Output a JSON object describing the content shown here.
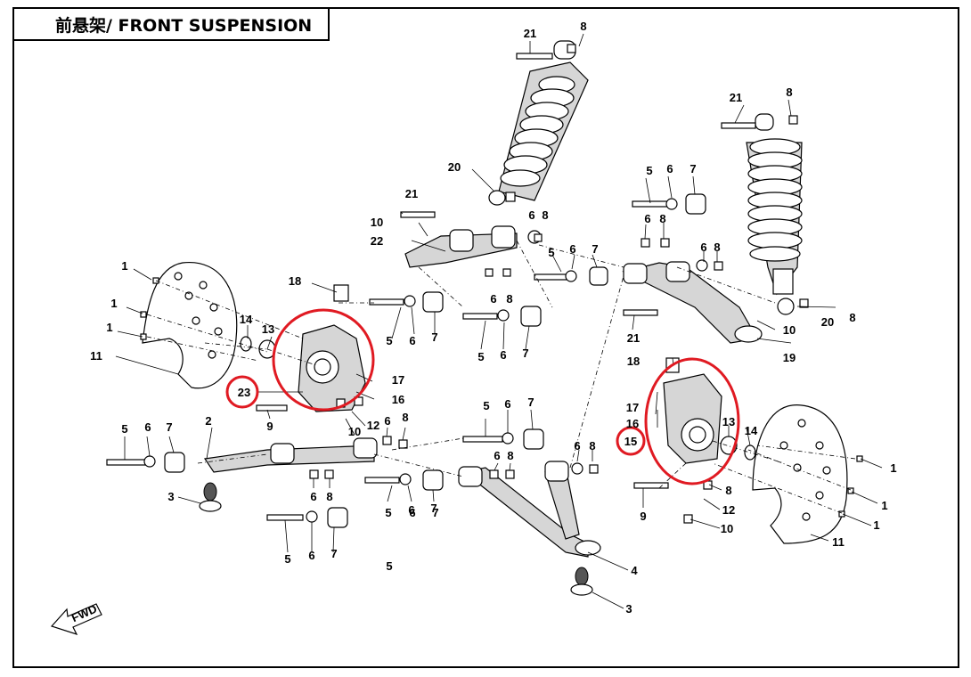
{
  "title": "前悬架/ FRONT SUSPENSION",
  "fwd_label": "FWD",
  "colors": {
    "highlight": "#e01a22",
    "line": "#000000"
  },
  "callouts": [
    {
      "id": "c-21a",
      "text": "21"
    },
    {
      "id": "c-8a",
      "text": "8"
    },
    {
      "id": "c-21b",
      "text": "21"
    },
    {
      "id": "c-8b",
      "text": "8"
    },
    {
      "id": "c-20a",
      "text": "20"
    },
    {
      "id": "c-21c",
      "text": "21"
    },
    {
      "id": "c-10a",
      "text": "10"
    },
    {
      "id": "c-22",
      "text": "22"
    },
    {
      "id": "c-6a",
      "text": "6"
    },
    {
      "id": "c-8c",
      "text": "8"
    },
    {
      "id": "c-5a",
      "text": "5"
    },
    {
      "id": "c-6b",
      "text": "6"
    },
    {
      "id": "c-7a",
      "text": "7"
    },
    {
      "id": "c-6c",
      "text": "6"
    },
    {
      "id": "c-8d",
      "text": "8"
    },
    {
      "id": "c-5b",
      "text": "5"
    },
    {
      "id": "c-6d",
      "text": "6"
    },
    {
      "id": "c-7b",
      "text": "7"
    },
    {
      "id": "c-6e",
      "text": "6"
    },
    {
      "id": "c-8e",
      "text": "8"
    },
    {
      "id": "c-6f",
      "text": "6"
    },
    {
      "id": "c-8f",
      "text": "8"
    },
    {
      "id": "c-18a",
      "text": "18"
    },
    {
      "id": "c-5c",
      "text": "5"
    },
    {
      "id": "c-6g",
      "text": "6"
    },
    {
      "id": "c-7c",
      "text": "7"
    },
    {
      "id": "c-5d",
      "text": "5"
    },
    {
      "id": "c-6h",
      "text": "6"
    },
    {
      "id": "c-7d",
      "text": "7"
    },
    {
      "id": "c-21d",
      "text": "21"
    },
    {
      "id": "c-10b",
      "text": "10"
    },
    {
      "id": "c-19",
      "text": "19"
    },
    {
      "id": "c-20b",
      "text": "20"
    },
    {
      "id": "c-8g",
      "text": "8"
    },
    {
      "id": "c-1a",
      "text": "1"
    },
    {
      "id": "c-1b",
      "text": "1"
    },
    {
      "id": "c-1c",
      "text": "1"
    },
    {
      "id": "c-14a",
      "text": "14"
    },
    {
      "id": "c-13a",
      "text": "13"
    },
    {
      "id": "c-11a",
      "text": "11"
    },
    {
      "id": "c-23",
      "text": "23"
    },
    {
      "id": "c-17a",
      "text": "17"
    },
    {
      "id": "c-16a",
      "text": "16"
    },
    {
      "id": "c-9a",
      "text": "9"
    },
    {
      "id": "c-12a",
      "text": "12"
    },
    {
      "id": "c-10c",
      "text": "10"
    },
    {
      "id": "c-6i",
      "text": "6"
    },
    {
      "id": "c-8h",
      "text": "8"
    },
    {
      "id": "c-2",
      "text": "2"
    },
    {
      "id": "c-5e",
      "text": "5"
    },
    {
      "id": "c-6j",
      "text": "6"
    },
    {
      "id": "c-7e",
      "text": "7"
    },
    {
      "id": "c-6k",
      "text": "6"
    },
    {
      "id": "c-8i",
      "text": "8"
    },
    {
      "id": "c-5f",
      "text": "5"
    },
    {
      "id": "c-6l",
      "text": "6"
    },
    {
      "id": "c-7f",
      "text": "7"
    },
    {
      "id": "c-3a",
      "text": "3"
    },
    {
      "id": "c-5g",
      "text": "5"
    },
    {
      "id": "c-6m",
      "text": "6"
    },
    {
      "id": "c-7g",
      "text": "7"
    },
    {
      "id": "c-5h",
      "text": "5"
    },
    {
      "id": "c-6n",
      "text": "6"
    },
    {
      "id": "c-7h",
      "text": "7"
    },
    {
      "id": "c-6o",
      "text": "6"
    },
    {
      "id": "c-8j",
      "text": "8"
    },
    {
      "id": "c-6p",
      "text": "6"
    },
    {
      "id": "c-8k",
      "text": "8"
    },
    {
      "id": "c-5i",
      "text": "5"
    },
    {
      "id": "c-6q",
      "text": "6"
    },
    {
      "id": "c-7i",
      "text": "7"
    },
    {
      "id": "c-4",
      "text": "4"
    },
    {
      "id": "c-3b",
      "text": "3"
    },
    {
      "id": "c-18b",
      "text": "18"
    },
    {
      "id": "c-17b",
      "text": "17"
    },
    {
      "id": "c-16b",
      "text": "16"
    },
    {
      "id": "c-15",
      "text": "15"
    },
    {
      "id": "c-13b",
      "text": "13"
    },
    {
      "id": "c-14b",
      "text": "14"
    },
    {
      "id": "c-9b",
      "text": "9"
    },
    {
      "id": "c-8l",
      "text": "8"
    },
    {
      "id": "c-12b",
      "text": "12"
    },
    {
      "id": "c-10d",
      "text": "10"
    },
    {
      "id": "c-1d",
      "text": "1"
    },
    {
      "id": "c-1e",
      "text": "1"
    },
    {
      "id": "c-1f",
      "text": "1"
    },
    {
      "id": "c-11b",
      "text": "11"
    }
  ]
}
